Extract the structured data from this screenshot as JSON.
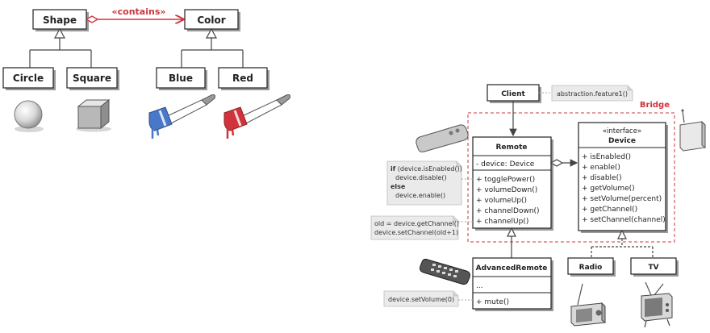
{
  "top": {
    "shape": "Shape",
    "color": "Color",
    "relation": "«contains»",
    "circle": "Circle",
    "square": "Square",
    "blue": "Blue",
    "red": "Red"
  },
  "bridge": {
    "label": "Bridge",
    "client": "Client",
    "client_note": "abstraction.feature1()",
    "remote": {
      "title": "Remote",
      "field": "- device: Device",
      "methods": [
        "+ togglePower()",
        "+ volumeDown()",
        "+ volumeUp()",
        "+ channelDown()",
        "+ channelUp()"
      ]
    },
    "toggle_note": {
      "line1_kw": "if",
      "line1_rest": " (device.isEnabled())",
      "line2": "device.disable()",
      "line3_kw": "else",
      "line4": "device.enable()"
    },
    "channel_note": [
      "old = device.getChannel()",
      "device.setChannel(old+1)"
    ],
    "advanced": {
      "title": "AdvancedRemote",
      "field": "...",
      "method": "+ mute()"
    },
    "mute_note": "device.setVolume(0)",
    "device": {
      "stereotype": "«interface»",
      "title": "Device",
      "methods": [
        "+ isEnabled()",
        "+ enable()",
        "+ disable()",
        "+ getVolume()",
        "+ setVolume(percent)",
        "+ getChannel()",
        "+ setChannel(channel)"
      ]
    },
    "radio": "Radio",
    "tv": "TV"
  },
  "colors": {
    "accent": "#d0343a",
    "blue_paint": "#4a78c8",
    "red_paint": "#d0343a",
    "note_bg": "#eaeaea"
  }
}
